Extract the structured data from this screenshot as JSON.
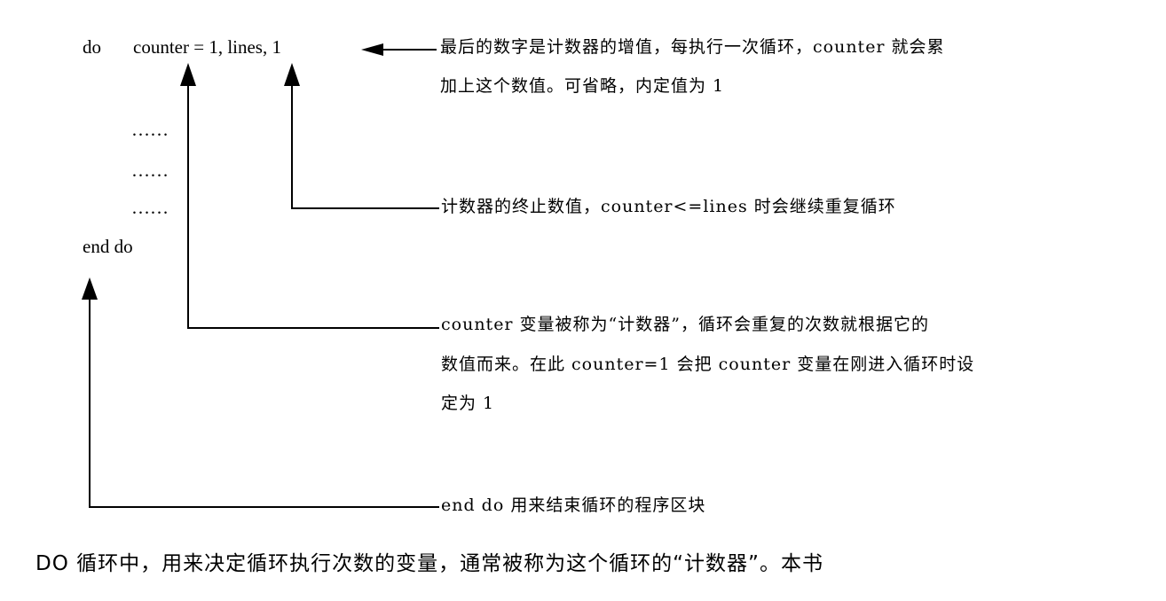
{
  "code": {
    "do_keyword": "do",
    "loop_header": "counter = 1, lines, 1",
    "body_lines": [
      "……",
      "……",
      "……"
    ],
    "end_keyword": "end do"
  },
  "annotations": {
    "increment": {
      "line1": "最后的数字是计数器的增值，每执行一次循环，counter 就会累",
      "line2": "加上这个数值。可省略，内定值为 1"
    },
    "limit": {
      "line1": "计数器的终止数值，counter<=lines 时会继续重复循环"
    },
    "counter": {
      "line1": "counter 变量被称为“计数器”，循环会重复的次数就根据它的",
      "line2": "数值而来。在此 counter=1 会把 counter 变量在刚进入循环时设",
      "line3": "定为 1"
    },
    "end": {
      "line1": "end do 用来结束循环的程序区块"
    }
  },
  "paragraph": {
    "line1": "DO 循环中，用来决定循环执行次数的变量，通常被称为这个循环的“计数器”。本书"
  }
}
